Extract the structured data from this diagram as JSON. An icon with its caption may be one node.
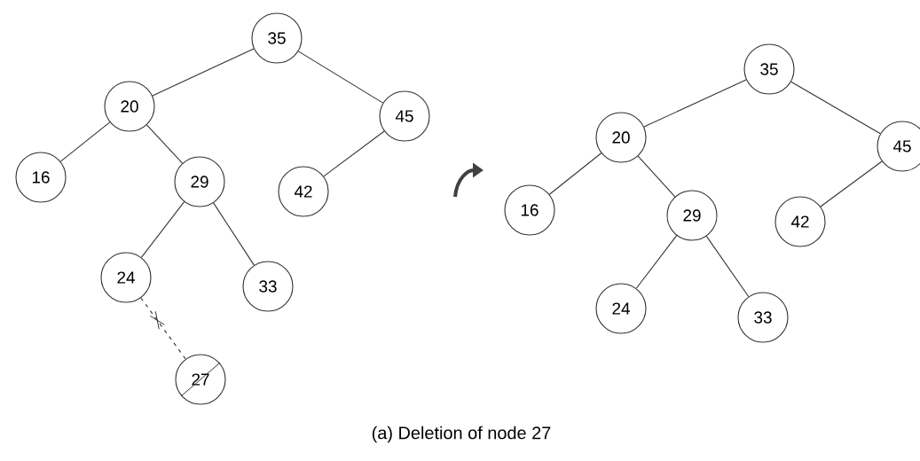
{
  "diagram": {
    "caption": "(a) Deletion of node 27",
    "nodes": [
      {
        "text": [
          "35"
        ]
      },
      {
        "text": [
          "20"
        ]
      },
      {
        "text": [
          "45"
        ]
      },
      {
        "text": [
          "16"
        ]
      },
      {
        "text": [
          "29"
        ]
      },
      {
        "text": [
          "42"
        ]
      },
      {
        "text": [
          "24"
        ]
      },
      {
        "text": [
          "33"
        ]
      },
      {
        "text": [
          "27"
        ]
      },
      {
        "text": [
          "35"
        ]
      },
      {
        "text": [
          "20"
        ]
      },
      {
        "text": [
          "45"
        ]
      },
      {
        "text": [
          "16"
        ]
      },
      {
        "text": [
          "29"
        ]
      },
      {
        "text": [
          "42"
        ]
      },
      {
        "text": [
          "24"
        ]
      },
      {
        "text": [
          "33"
        ]
      }
    ],
    "edges": [
      {
        "from": 0,
        "to": 1,
        "arrow": "none"
      },
      {
        "from": 0,
        "to": 2,
        "arrow": "none"
      },
      {
        "from": 1,
        "to": 3,
        "arrow": "none"
      },
      {
        "from": 1,
        "to": 4,
        "arrow": "none"
      },
      {
        "from": 2,
        "to": 5,
        "arrow": "none"
      },
      {
        "from": 4,
        "to": 6,
        "arrow": "none"
      },
      {
        "from": 4,
        "to": 7,
        "arrow": "none"
      },
      {
        "from": 6,
        "to": 8,
        "arrow": "none",
        "style": "dashed"
      },
      {
        "from": 9,
        "to": 10,
        "arrow": "none"
      },
      {
        "from": 9,
        "to": 11,
        "arrow": "none"
      },
      {
        "from": 10,
        "to": 12,
        "arrow": "none"
      },
      {
        "from": 10,
        "to": 13,
        "arrow": "none"
      },
      {
        "from": 11,
        "to": 14,
        "arrow": "none"
      },
      {
        "from": 13,
        "to": 15,
        "arrow": "none"
      },
      {
        "from": 13,
        "to": 16,
        "arrow": "none"
      }
    ]
  }
}
